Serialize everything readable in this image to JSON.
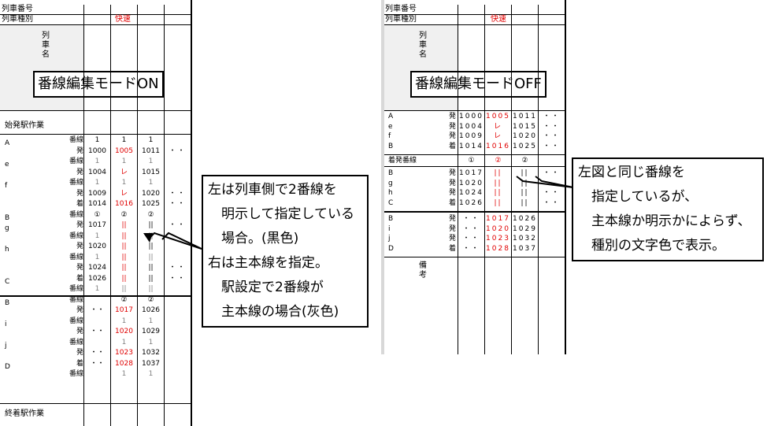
{
  "left": {
    "header_rows": [
      "列車番号",
      "列車種別"
    ],
    "train_type": "快速",
    "train_name_chars": [
      "列",
      "車",
      "名"
    ],
    "mode_label": "番線編集モードON",
    "start_work": "始発駅作業",
    "end_work": "終着駅作業",
    "stations": [
      "A",
      "e",
      "f",
      "B",
      "g",
      "h",
      "C",
      "B",
      "i",
      "j",
      "D"
    ],
    "kinds": [
      "番線",
      "発",
      "番線",
      "発",
      "番線",
      "発",
      "着",
      "番線",
      "発",
      "番線",
      "発",
      "番線",
      "発",
      "着",
      "番線",
      "番線",
      "発",
      "番線",
      "発",
      "番線",
      "発",
      "着",
      "番線"
    ],
    "col1": [
      "1",
      "1000",
      "1",
      "1004",
      "1",
      "1009",
      "1014",
      "①",
      "1017",
      "1",
      "1020",
      "1",
      "1024",
      "1026",
      "1",
      "",
      "・・",
      "",
      "・・",
      "",
      "・・",
      "・・",
      ""
    ],
    "col2": [
      "1",
      "1005",
      "1",
      "レ",
      "1",
      "レ",
      "1016",
      "②",
      "||",
      "||",
      "||",
      "||",
      "||",
      "||",
      "||",
      "②",
      "1017",
      "1",
      "1020",
      "1",
      "1023",
      "1028",
      "1"
    ],
    "col3": [
      "1",
      "1011",
      "1",
      "1015",
      "1",
      "1020",
      "1025",
      "②",
      "||",
      "||",
      "||",
      "||",
      "||",
      "||",
      "||",
      "②",
      "1026",
      "1",
      "1029",
      "1",
      "1032",
      "1037",
      "1"
    ],
    "col4": [
      "",
      "・・",
      "",
      "",
      "",
      "・・",
      "・・",
      "",
      "・・",
      "",
      "",
      "",
      "・・",
      "・・",
      "",
      "",
      "",
      "",
      "",
      "",
      "",
      "",
      ""
    ]
  },
  "right": {
    "header_rows": [
      "列車番号",
      "列車種別"
    ],
    "train_type": "快速",
    "train_name_chars": [
      "列",
      "車",
      "名"
    ],
    "mode_label": "番線編集モードOFF",
    "remarks_chars": [
      "備",
      "考"
    ],
    "top_stations": [
      "A",
      "e",
      "f",
      "B"
    ],
    "top_kinds": [
      "発",
      "発",
      "発",
      "着"
    ],
    "top_col1": [
      "1000",
      "1004",
      "1009",
      "1014"
    ],
    "top_col2": [
      "1005",
      "レ",
      "レ",
      "1016"
    ],
    "top_col3": [
      "1011",
      "1015",
      "1020",
      "1025"
    ],
    "top_col4": [
      "・・",
      "・・",
      "・・",
      "・・"
    ],
    "arr_dep_label": "着発番線",
    "arr_dep": [
      "①",
      "②",
      "②"
    ],
    "mid_stations": [
      "B",
      "g",
      "h",
      "C"
    ],
    "mid_kinds": [
      "発",
      "発",
      "発",
      "着"
    ],
    "mid_col1": [
      "1017",
      "1020",
      "1024",
      "1026"
    ],
    "mid_col2": [
      "||",
      "||",
      "||",
      "||"
    ],
    "mid_col3": [
      "||",
      "||",
      "||",
      "||"
    ],
    "mid_col4": [
      "・・",
      "",
      "・・",
      "・・"
    ],
    "bot_stations": [
      "B",
      "i",
      "j",
      "D"
    ],
    "bot_kinds": [
      "発",
      "発",
      "発",
      "着"
    ],
    "bot_col1": [
      "・・",
      "・・",
      "・・",
      "・・"
    ],
    "bot_col2": [
      "1017",
      "1020",
      "1023",
      "1028"
    ],
    "bot_col3": [
      "1026",
      "1029",
      "1032",
      "1037"
    ],
    "bot_col4": [
      "",
      "",
      "",
      ""
    ]
  },
  "callout_left": "左は列車側で2番線を\n　明示して指定している\n　場合。(黒色)\n右は主本線を指定。\n　駅設定で2番線が\n　主本線の場合(灰色)",
  "callout_right": "左図と同じ番線を\n　指定しているが、\n　主本線か明示かによらず、\n　種別の文字色で表示。",
  "colors": {
    "red": "#e00000",
    "gray": "#808080",
    "border": "#000000"
  }
}
